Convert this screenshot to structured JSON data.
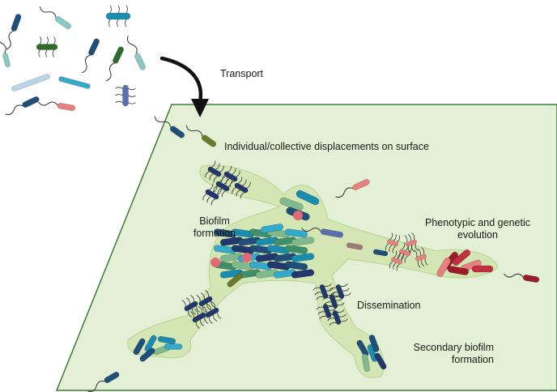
{
  "labels": {
    "transport": "Transport",
    "displacement": "Individual/collective displacements on surface",
    "biofilm_formation": [
      "Biofilm",
      "formation"
    ],
    "phenotypic_evolution": [
      "Phenotypic and genetic",
      "evolution"
    ],
    "dissemination": "Dissemination",
    "secondary_biofilm": [
      "Secondary biofilm",
      "formation"
    ]
  },
  "colors": {
    "surface_fill": "#e3f0d6",
    "surface_border": "#3f7a3a",
    "matrix_fill": "#cfe3a8",
    "arrow": "#111111",
    "dark_blue": "#1f4e79",
    "navy": "#20386b",
    "teal": "#1a8cb0",
    "cyan": "#34a9c9",
    "light_teal": "#8cc6c6",
    "sea_green": "#3f8f6b",
    "light_green": "#7fb98c",
    "olive": "#6b7a2a",
    "dark_green": "#2f6b2a",
    "pink": "#e06a78",
    "salmon": "#e88080",
    "dark_red": "#9b1c2a",
    "red": "#c03040",
    "purple_blue": "#5a6fb0",
    "flagella": "#333333"
  },
  "icons": [
    "bacterium-rod-icon",
    "flagellum-icon",
    "pilus-icon",
    "biofilm-matrix-icon",
    "transport-arrow-icon",
    "surface-plane-icon"
  ]
}
